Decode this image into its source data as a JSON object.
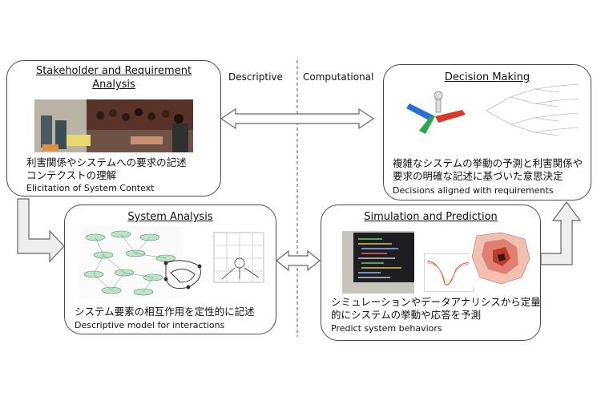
{
  "header": {
    "descriptive": "Descriptive",
    "computational": "Computational"
  },
  "boxes": {
    "stakeholder": {
      "title_line1": "Stakeholder and Requirement",
      "title_line2": "Analysis",
      "jp_line1": "利害関係やシステムへの要求の記述",
      "jp_line2": "コンテクストの理解",
      "en": "Elicitation of System Context"
    },
    "decision": {
      "title": "Decision Making",
      "jp_line1": "複雑なシステムの挙動の予測と利害関係や",
      "jp_line2": "要求の明確な記述に基づいた意思決定",
      "en": "Decisions aligned with requirements"
    },
    "system": {
      "title": "System Analysis",
      "jp": "システム要素の相互作用を定性的に記述",
      "en": "Descriptive model for interactions"
    },
    "simulation": {
      "title": "Simulation and Prediction",
      "jp_line1": "シミュレーションやデータアナリシスから定量",
      "jp_line2": "的にシステムの挙動や応答を予測",
      "en": "Predict system behaviors"
    }
  },
  "colors": {
    "border": "#4a4a4a",
    "arrow_fill": "#eeeeee",
    "arrow_stroke": "#666666"
  }
}
